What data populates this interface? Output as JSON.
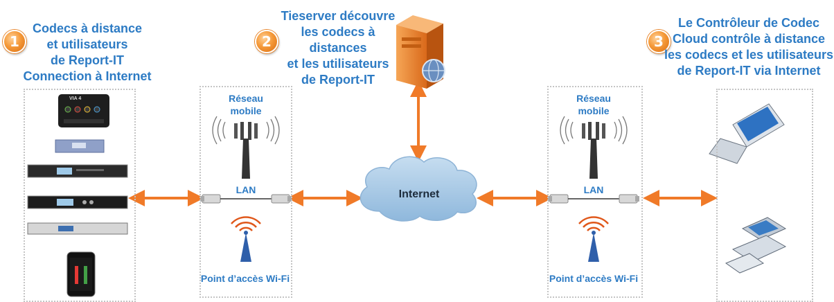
{
  "left_panel": {
    "badge": "1",
    "title_lines": [
      "Codecs à distance",
      "et utilisateurs",
      "de Report-IT",
      "Connection à Internet"
    ],
    "device_mini_label": "VIA 4"
  },
  "center_panel": {
    "badge": "2",
    "title_lines": [
      "Tieserver découvre",
      "les codecs à",
      "distances",
      "et les utilisateurs",
      "de Report-IT"
    ]
  },
  "right_panel": {
    "badge": "3",
    "title_lines": [
      "Le Contrôleur de Codec",
      "Cloud contrôle à distance",
      "les codecs et les utilisateurs",
      "de Report-IT via Internet"
    ]
  },
  "network_left": {
    "mobile_label_1": "Réseau",
    "mobile_label_2": "mobile",
    "lan_label": "LAN",
    "wifi_label": "Point d’accès Wi-Fi"
  },
  "network_right": {
    "mobile_label_1": "Réseau",
    "mobile_label_2": "mobile",
    "lan_label": "LAN",
    "wifi_label": "Point d’accès Wi-Fi"
  },
  "cloud": {
    "label": "Internet"
  },
  "colors": {
    "title_blue": "#2d7bc4",
    "arrow_orange": "#f07a28",
    "cloud_blue": "#a9cbe6",
    "wifi_blue": "#2f5faa"
  }
}
